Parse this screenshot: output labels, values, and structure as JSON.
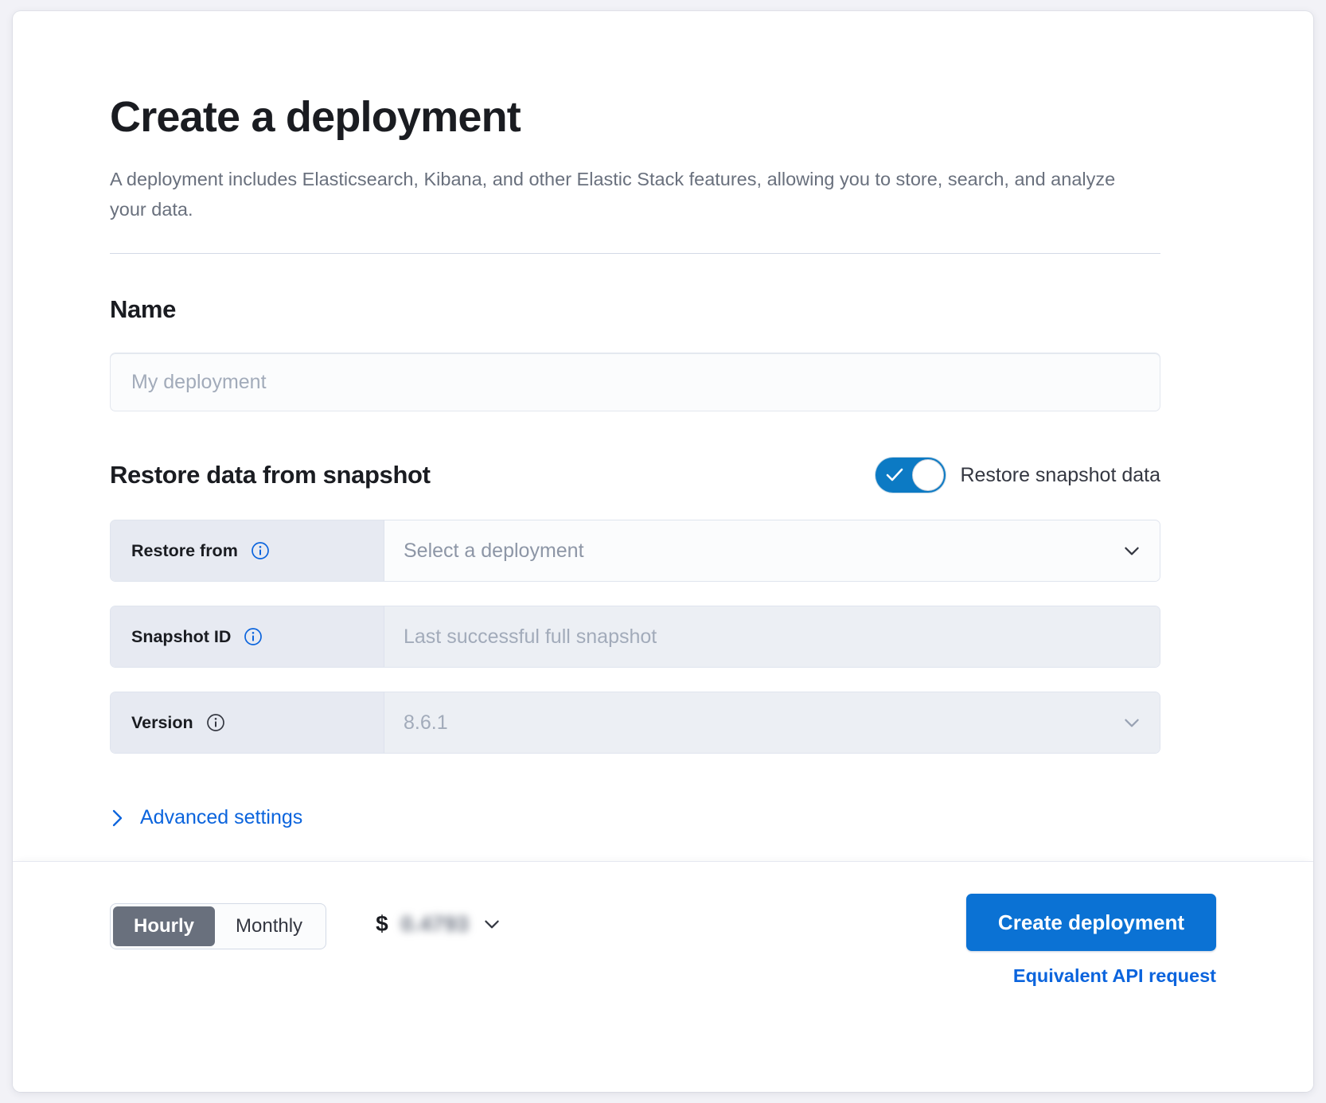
{
  "header": {
    "title": "Create a deployment",
    "description": "A deployment includes Elasticsearch, Kibana, and other Elastic Stack features, allowing you to store, search, and analyze your data."
  },
  "name_section": {
    "heading": "Name",
    "input_placeholder": "My deployment",
    "input_value": ""
  },
  "snapshot_section": {
    "heading": "Restore data from snapshot",
    "toggle_label": "Restore snapshot data",
    "toggle_on": true,
    "rows": [
      {
        "label": "Restore from",
        "value": "Select a deployment",
        "control": "select",
        "disabled": false,
        "info_icon": "info-icon"
      },
      {
        "label": "Snapshot ID",
        "value": "Last successful full snapshot",
        "control": "text",
        "disabled": true,
        "info_icon": "info-icon"
      },
      {
        "label": "Version",
        "value": "8.6.1",
        "control": "select",
        "disabled": true,
        "info_icon": "info-icon"
      }
    ],
    "advanced_settings_label": "Advanced settings"
  },
  "footer": {
    "billing_options": [
      "Hourly",
      "Monthly"
    ],
    "billing_selected": "Hourly",
    "price_currency": "$",
    "price_amount": "0.4793",
    "create_button": "Create deployment",
    "api_link": "Equivalent API request"
  },
  "colors": {
    "accent_blue": "#0b72d4",
    "link_blue": "#0b64dd",
    "toggle_on": "#0c7ac4",
    "segment_active": "#69707d",
    "text_dark": "#1a1c21",
    "text_muted": "#69707d"
  }
}
